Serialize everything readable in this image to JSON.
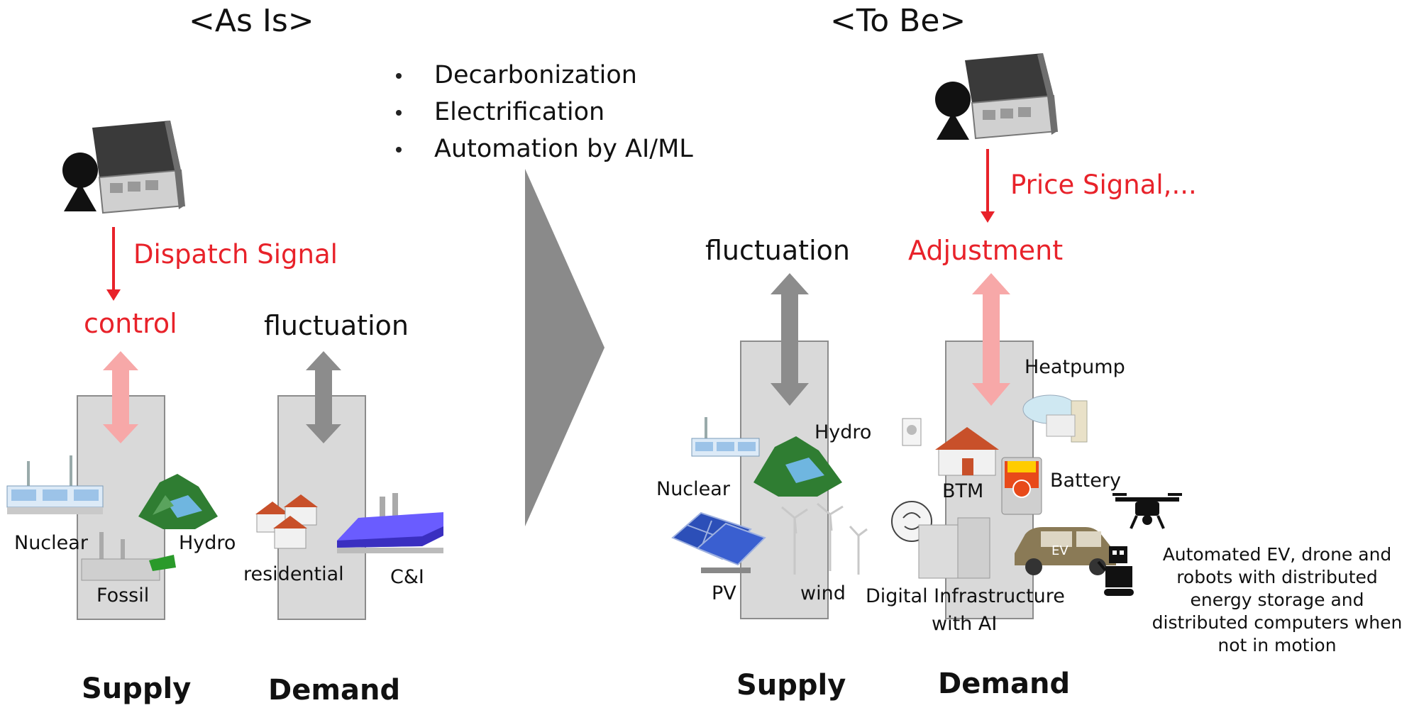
{
  "as_is": {
    "title": "<As Is>",
    "signal": "Dispatch Signal",
    "control": "control",
    "fluctuation": "fluctuation",
    "supply_items": {
      "nuclear": "Nuclear",
      "hydro": "Hydro",
      "fossil": "Fossil"
    },
    "demand_items": {
      "residential": "residential",
      "ci": "C&I"
    },
    "footer": {
      "supply": "Supply",
      "demand": "Demand"
    }
  },
  "drivers": [
    "Decarbonization",
    "Electrification",
    "Automation by AI/ML"
  ],
  "to_be": {
    "title": "<To Be>",
    "signal": "Price Signal,...",
    "fluctuation": "fluctuation",
    "adjustment": "Adjustment",
    "supply_items": {
      "nuclear": "Nuclear",
      "hydro": "Hydro",
      "pv": "PV",
      "wind": "wind"
    },
    "demand_items": {
      "heatpump": "Heatpump",
      "btm": "BTM",
      "battery": "Battery",
      "digital_line1": "Digital Infrastructure",
      "digital_line2": "with AI"
    },
    "automated_note": [
      "Automated EV, drone and",
      "robots with distributed",
      "energy storage and",
      "distributed computers when",
      "not in motion"
    ],
    "ev_badge": "EV",
    "footer": {
      "supply": "Supply",
      "demand": "Demand"
    }
  },
  "colors": {
    "signal_red": "#e8222a",
    "pink_arrow": "#f7a8a8",
    "gray_arrow": "#8c8c8c",
    "column_fill": "#d9d9d9"
  }
}
